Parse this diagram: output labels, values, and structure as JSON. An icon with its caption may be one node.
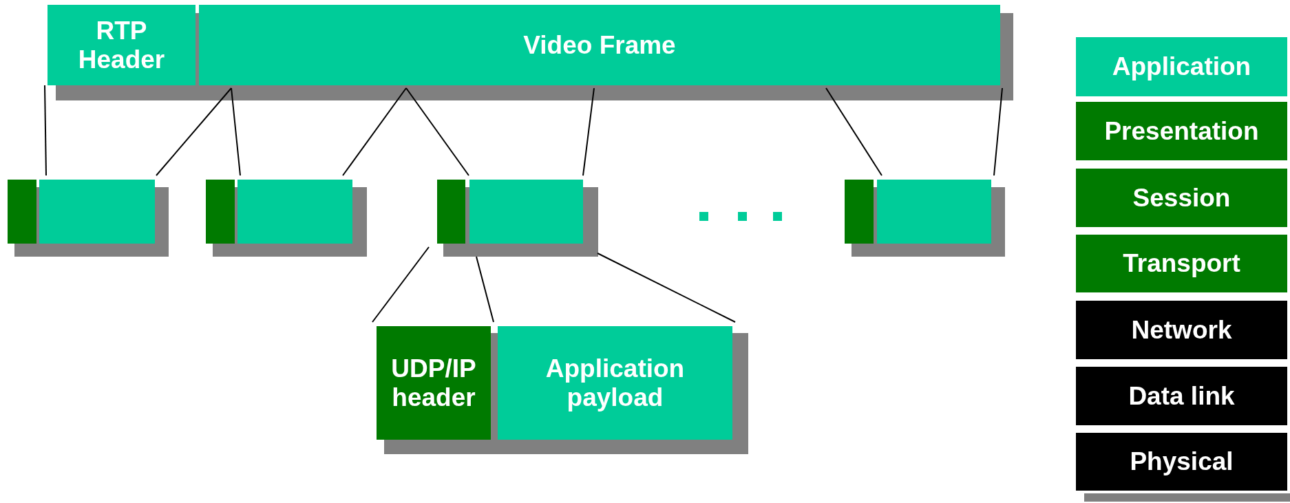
{
  "diagram": {
    "nodes": [
      {
        "text": [
          "RTP Header"
        ]
      },
      {
        "text": [
          "Video Frame"
        ]
      },
      {
        "text": [],
        "shape": "box"
      },
      {
        "text": [],
        "shape": "box"
      },
      {
        "text": [],
        "shape": "box"
      },
      {
        "text": [],
        "shape": "box"
      },
      {
        "text": [],
        "shape": "box"
      },
      {
        "text": [],
        "shape": "box"
      },
      {
        "text": [],
        "shape": "box"
      },
      {
        "text": [],
        "shape": "box"
      },
      {
        "text": [
          "UDP/IP header"
        ]
      },
      {
        "text": [
          "Application payload"
        ]
      },
      {
        "text": [
          "Application"
        ]
      },
      {
        "text": [
          "Presentation"
        ]
      },
      {
        "text": [
          "Session"
        ]
      },
      {
        "text": [
          "Transport"
        ]
      },
      {
        "text": [
          "Network"
        ]
      },
      {
        "text": [
          "Data link"
        ]
      },
      {
        "text": [
          "Physical"
        ]
      }
    ],
    "edges": [
      {
        "from": 0,
        "to": 3,
        "arrow": "none"
      },
      {
        "from": 1,
        "to": 3,
        "arrow": "none"
      },
      {
        "from": 1,
        "to": 5,
        "arrow": "none"
      },
      {
        "from": 1,
        "to": 5,
        "arrow": "none"
      },
      {
        "from": 1,
        "to": 7,
        "arrow": "none"
      },
      {
        "from": 1,
        "to": 7,
        "arrow": "none"
      },
      {
        "from": 1,
        "to": 9,
        "arrow": "none"
      },
      {
        "from": 1,
        "to": 9,
        "arrow": "none"
      },
      {
        "from": 6,
        "to": 10,
        "arrow": "none"
      },
      {
        "from": 7,
        "to": 11,
        "arrow": "none"
      },
      {
        "from": 7,
        "to": 11,
        "arrow": "none"
      }
    ]
  }
}
